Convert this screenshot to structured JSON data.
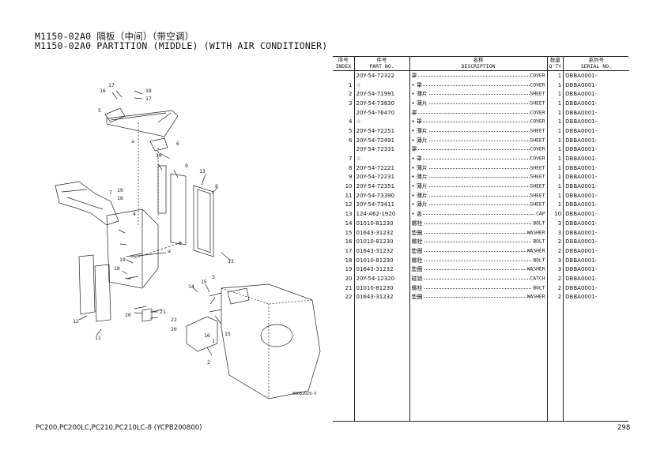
{
  "page": {
    "title_line1": "M1150-02A0 隔板（中间）（带空调）",
    "title_line2": "M1150-02A0 PARTITION (MIDDLE) (WITH AIR CONDITIONER)",
    "footer_models": "PC200,PC200LC,PC210,PC210LC-8 (YCPB200800)",
    "page_number": "298",
    "figure_code": "00082029-V"
  },
  "table": {
    "headers": {
      "index_cn": "序号",
      "index_en": "INDEX",
      "part_cn": "件号",
      "part_en": "PART NO.",
      "desc_cn": "名称",
      "desc_en": "DESCRIPTION",
      "qty_cn": "数量",
      "qty_en": "Q'TY",
      "serial_cn": "系列号",
      "serial_en": "SERIAL NO."
    },
    "rows": [
      {
        "index": "",
        "part": "20Y-54-72322",
        "desc_cn": "罩",
        "desc_en": "COVER",
        "qty": "1",
        "serial": "DBBA0001-"
      },
      {
        "index": "1",
        "part": "☆",
        "desc_cn": "• 罩",
        "desc_en": "COVER",
        "qty": "1",
        "serial": "DBBA0001-"
      },
      {
        "index": "2",
        "part": "20Y-54-71991",
        "desc_cn": "• 薄片",
        "desc_en": "SHEET",
        "qty": "1",
        "serial": "DBBA0001-"
      },
      {
        "index": "3",
        "part": "20Y-54-73830",
        "desc_cn": "• 薄片",
        "desc_en": "SHEET",
        "qty": "1",
        "serial": "DBBA0001-"
      },
      {
        "index": "",
        "part": "20Y-54-76470",
        "desc_cn": "罩",
        "desc_en": "COVER",
        "qty": "1",
        "serial": "DBBA0001-"
      },
      {
        "index": "4",
        "part": "☆",
        "desc_cn": "• 罩",
        "desc_en": "COVER",
        "qty": "1",
        "serial": "DBBA0001-"
      },
      {
        "index": "5",
        "part": "20Y-54-72251",
        "desc_cn": "• 薄片",
        "desc_en": "SHEET",
        "qty": "1",
        "serial": "DBBA0001-"
      },
      {
        "index": "6",
        "part": "20Y-54-72491",
        "desc_cn": "• 薄片",
        "desc_en": "SHEET",
        "qty": "1",
        "serial": "DBBA0001-"
      },
      {
        "index": "",
        "part": "20Y-54-72331",
        "desc_cn": "罩",
        "desc_en": "COVER",
        "qty": "1",
        "serial": "DBBA0001-"
      },
      {
        "index": "7",
        "part": "☆",
        "desc_cn": "• 罩",
        "desc_en": "COVER",
        "qty": "1",
        "serial": "DBBA0001-"
      },
      {
        "index": "8",
        "part": "20Y-54-72221",
        "desc_cn": "• 薄片",
        "desc_en": "SHEET",
        "qty": "1",
        "serial": "DBBA0001-"
      },
      {
        "index": "9",
        "part": "20Y-54-72231",
        "desc_cn": "• 薄片",
        "desc_en": "SHEET",
        "qty": "1",
        "serial": "DBBA0001-"
      },
      {
        "index": "10",
        "part": "20Y-54-72351",
        "desc_cn": "• 薄片",
        "desc_en": "SHEET",
        "qty": "1",
        "serial": "DBBA0001-"
      },
      {
        "index": "11",
        "part": "20Y-54-73390",
        "desc_cn": "• 薄片",
        "desc_en": "SHEET",
        "qty": "1",
        "serial": "DBBA0001-"
      },
      {
        "index": "12",
        "part": "20Y-54-73411",
        "desc_cn": "• 薄片",
        "desc_en": "SHEET",
        "qty": "1",
        "serial": "DBBA0001-"
      },
      {
        "index": "13",
        "part": "124-A62-1920",
        "desc_cn": "• 盖",
        "desc_en": "CAP",
        "qty": "10",
        "serial": "DBBA0001-"
      },
      {
        "index": "14",
        "part": "01010-81230",
        "desc_cn": "螺栓",
        "desc_en": "BOLT",
        "qty": "3",
        "serial": "DBBA0001-"
      },
      {
        "index": "15",
        "part": "01643-31232",
        "desc_cn": "垫圈",
        "desc_en": "WASHER",
        "qty": "3",
        "serial": "DBBA0001-"
      },
      {
        "index": "16",
        "part": "01010-81230",
        "desc_cn": "螺栓",
        "desc_en": "BOLT",
        "qty": "2",
        "serial": "DBBA0001-"
      },
      {
        "index": "17",
        "part": "01643-31232",
        "desc_cn": "垫圈",
        "desc_en": "WASHER",
        "qty": "2",
        "serial": "DBBA0001-"
      },
      {
        "index": "18",
        "part": "01010-81230",
        "desc_cn": "螺栓",
        "desc_en": "BOLT",
        "qty": "3",
        "serial": "DBBA0001-"
      },
      {
        "index": "19",
        "part": "01643-31232",
        "desc_cn": "垫圈",
        "desc_en": "WASHER",
        "qty": "3",
        "serial": "DBBA0001-"
      },
      {
        "index": "20",
        "part": "20Y-54-12320",
        "desc_cn": "碰锁",
        "desc_en": "CATCH",
        "qty": "2",
        "serial": "DBBA0001-"
      },
      {
        "index": "21",
        "part": "01010-81230",
        "desc_cn": "螺栓",
        "desc_en": "BOLT",
        "qty": "2",
        "serial": "DBBA0001-"
      },
      {
        "index": "22",
        "part": "01643-31232",
        "desc_cn": "垫圈",
        "desc_en": "WASHER",
        "qty": "2",
        "serial": "DBBA0001-"
      }
    ]
  },
  "drawing": {
    "callouts": [
      "1",
      "2",
      "3",
      "4",
      "5",
      "6",
      "7",
      "8",
      "9",
      "10",
      "11",
      "12",
      "13",
      "14",
      "15",
      "16",
      "17",
      "18",
      "19",
      "20",
      "21",
      "22",
      "a",
      "b"
    ]
  }
}
